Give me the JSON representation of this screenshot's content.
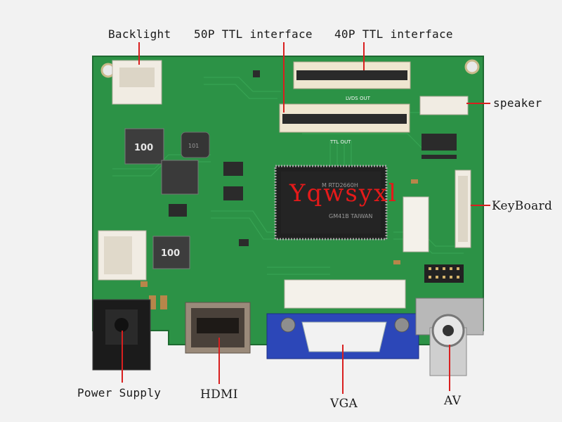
{
  "labels": {
    "backlight": "Backlight",
    "ttl50": "50P TTL interface",
    "ttl40": "40P TTL interface",
    "speaker": "speaker",
    "keyboard": "KeyBoard",
    "power": "Power Supply",
    "hdmi": "HDMI",
    "vga": "VGA",
    "av": "AV"
  },
  "watermark": "Yqwsyxl",
  "silkscreen": {
    "lvds": "LVDS OUT",
    "ttl": "TTL OUT",
    "inductor": "100",
    "small_inductor": "101"
  },
  "chip": {
    "line1": "M RTD2660H",
    "line2": "GM41B TAIWAN"
  },
  "colors": {
    "board": "#2c9246",
    "board_dark": "#1f6e33",
    "connector_white": "#f1ece3",
    "vga_blue": "#2c47b8",
    "leader": "#d91f1f"
  }
}
